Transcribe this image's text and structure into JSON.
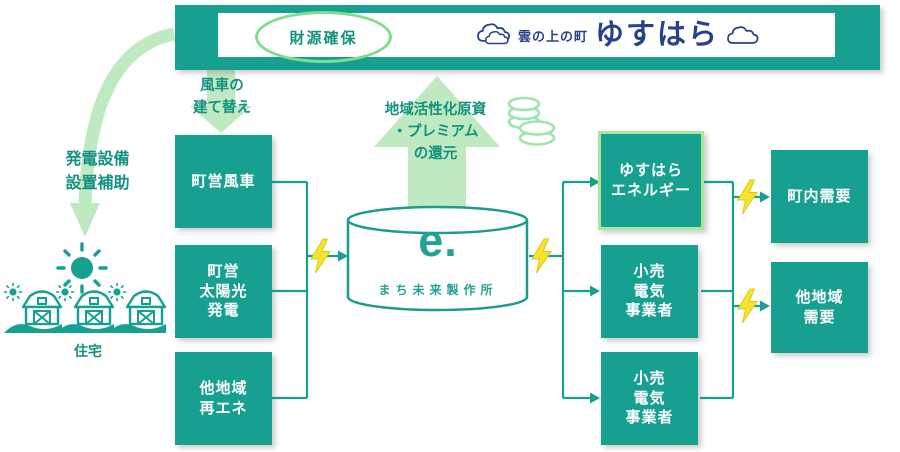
{
  "colors": {
    "teal": "#17a08f",
    "teal_text": "#14917f",
    "light_green_arrow": "#bfe9c1",
    "highlight_border": "#a9e79b",
    "ellipse_green": "#7fdd8e",
    "logo_navy": "#27418d",
    "lightning_yellow": "#f4e42c"
  },
  "banner": {
    "funding_label": "財源確保",
    "logo_small": "雲の上の町",
    "logo_main": "ゆすはら"
  },
  "annotations": {
    "subsidy": "発電設備\n設置補助",
    "windmill_rebuild": "風車の\n建て替え",
    "premium_return": "地域活性化原資\n・プレミアム\nの還元",
    "houses_label": "住宅"
  },
  "sources": [
    {
      "label": "町営風車"
    },
    {
      "label": "町営\n太陽光\n発電"
    },
    {
      "label": "他地域\n再エネ"
    }
  ],
  "hub": {
    "logo": "e.",
    "name": "まち未来製作所"
  },
  "retailers": [
    {
      "label": "ゆすはら\nエネルギー"
    },
    {
      "label": "小売\n電気\n事業者"
    },
    {
      "label": "小売\n電気\n事業者"
    }
  ],
  "demands": [
    {
      "label": "町内需要"
    },
    {
      "label": "他地域\n需要"
    }
  ]
}
